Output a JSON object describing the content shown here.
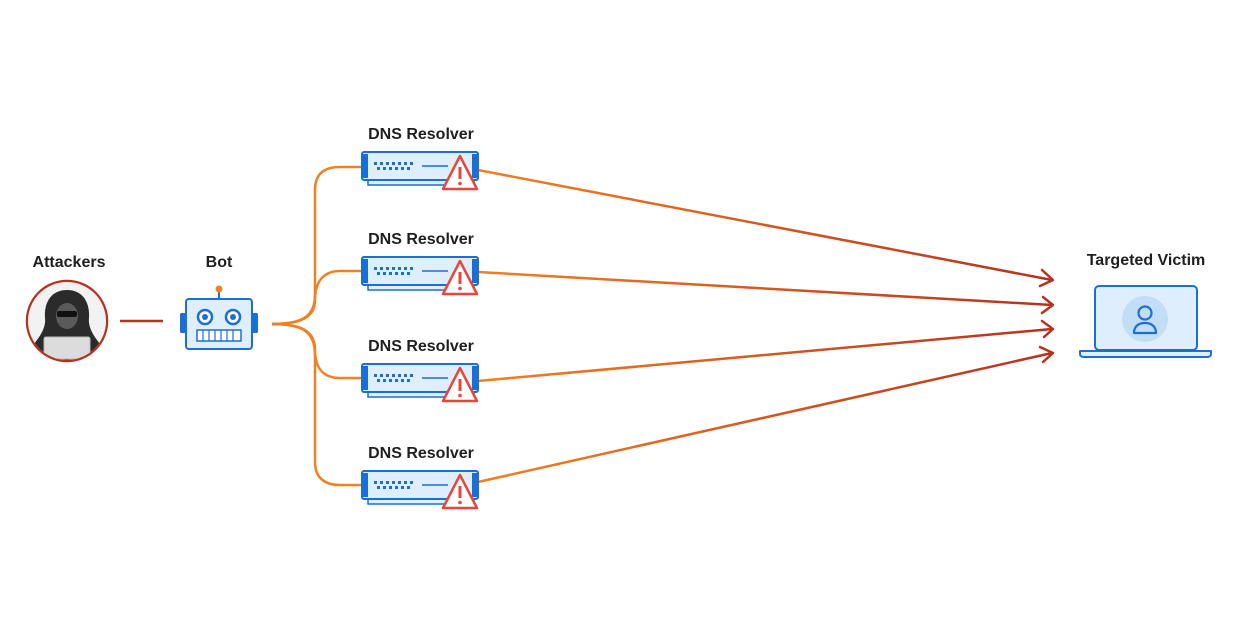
{
  "nodes": {
    "attackers": {
      "label": "Attackers"
    },
    "bot": {
      "label": "Bot"
    },
    "resolvers": [
      {
        "label": "DNS Resolver"
      },
      {
        "label": "DNS Resolver"
      },
      {
        "label": "DNS Resolver"
      },
      {
        "label": "DNS Resolver"
      }
    ],
    "victim": {
      "label": "Targeted Victim"
    }
  },
  "icons": {
    "attacker": "hooded-hacker-icon",
    "bot": "robot-icon",
    "resolver": "server-icon",
    "warning": "warning-triangle-icon",
    "victim": "laptop-user-icon"
  },
  "colors": {
    "orange": "#f38020",
    "dark_red": "#b5321e",
    "attacker_ring": "#b5321e",
    "blue": "#1a6fd6",
    "light_blue": "#dfeefc",
    "warning_red": "#e8453c"
  }
}
